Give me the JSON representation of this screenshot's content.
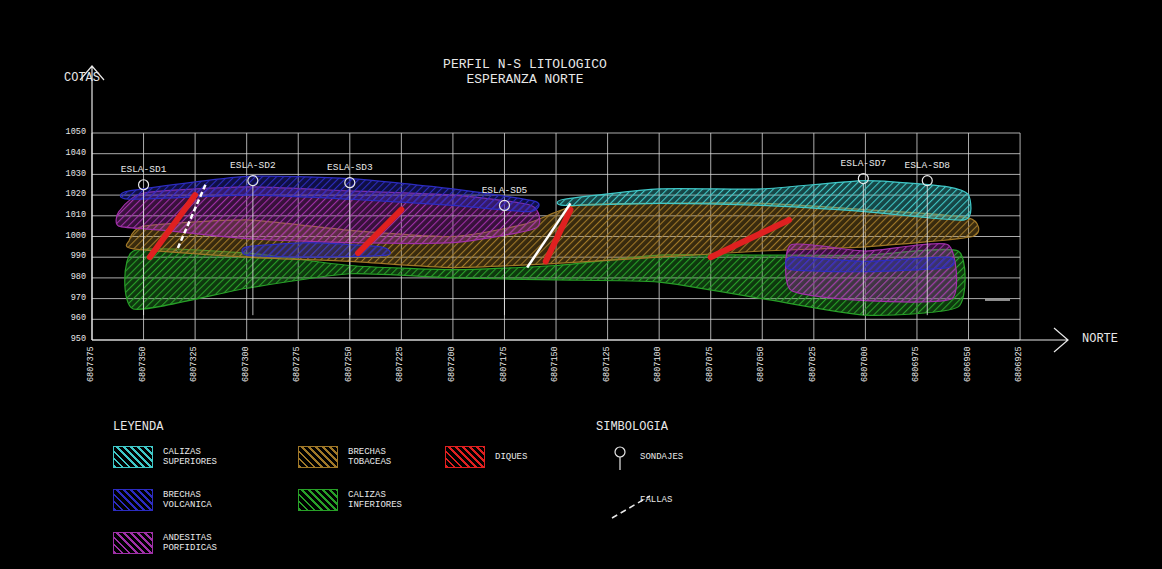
{
  "diagram": {
    "title": "PERFIL N-S LITOLOGICO ESPERANZA NORTE",
    "labels": [
      "COTAS",
      "NORTE",
      "1050",
      "1040",
      "1030",
      "1020",
      "1010",
      "1000",
      "990",
      "980",
      "970",
      "960",
      "950",
      "6807375",
      "6807350",
      "6807325",
      "6807300",
      "6807275",
      "6807250",
      "6807225",
      "6807200",
      "6807175",
      "6807150",
      "6807125",
      "6807100",
      "6807075",
      "6807050",
      "6807025",
      "6807000",
      "6806975",
      "6806950",
      "6806925",
      "ESLA-SD1",
      "ESLA-SD2",
      "ESLA-SD3",
      "ESLA-SD5",
      "ESLA-SD7",
      "ESLA-SD8",
      "LEYENDA",
      "SIMBOLOGIA"
    ],
    "legend": [
      {
        "text": "CALIZAS SUPERIORES",
        "color": "#40c8c8"
      },
      {
        "text": "BRECHAS VOLCANICA",
        "color": "#2c2cc0"
      },
      {
        "text": "ANDESITAS PORFIDICAS",
        "color": "#a030a8"
      },
      {
        "text": "BRECHAS TOBACEAS",
        "color": "#a07828"
      },
      {
        "text": "CALIZAS INFERIORES",
        "color": "#28a028"
      },
      {
        "text": "DIQUES",
        "color": "#e02020"
      },
      {
        "text": "SONDAJES"
      },
      {
        "text": "FALLAS"
      }
    ]
  }
}
